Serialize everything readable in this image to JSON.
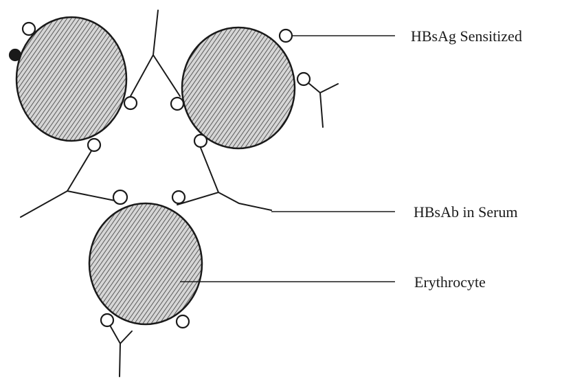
{
  "labels": {
    "hbsag": "HBsAg Sensitized",
    "hbsab": "HBsAb in Serum",
    "erythrocyte": "Erythrocyte"
  },
  "colors": {
    "ink": "#1a1a1a",
    "hatch": "#333333",
    "cell_fill": "#d8d8d8",
    "background": "#ffffff"
  }
}
